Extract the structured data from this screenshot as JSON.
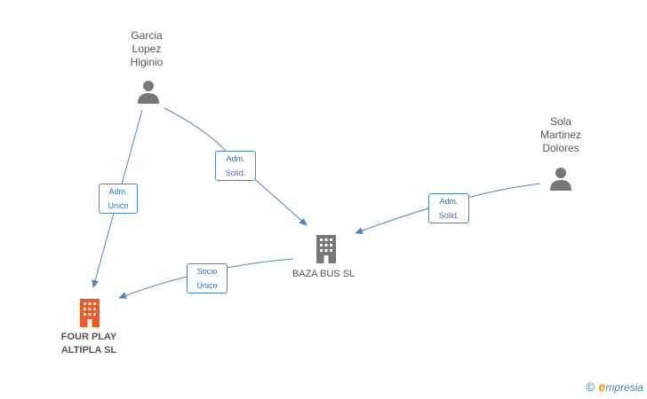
{
  "colors": {
    "edge": "#4a86c8",
    "person": "#777777",
    "company": "#777777",
    "highlight_company": "#f05a28"
  },
  "nodes": {
    "garcia": {
      "label": "Garcia\nLopez\nHiginio",
      "icon": "person-icon"
    },
    "sola": {
      "label": "Sola\nMartinez\nDolores",
      "icon": "person-icon"
    },
    "baza": {
      "label": "BAZA BUS SL",
      "icon": "building-icon"
    },
    "fourplay": {
      "label": "FOUR PLAY\nALTIPLA SL",
      "icon": "building-icon"
    }
  },
  "edges": {
    "garcia_fourplay": {
      "label": "Adm.\nUnico"
    },
    "garcia_baza": {
      "label": "Adm.\nSolid."
    },
    "sola_baza": {
      "label": "Adm.\nSolid."
    },
    "baza_fourplay": {
      "label": "Socio\nÚnico"
    }
  },
  "brand": {
    "copyright": "©",
    "e": "e",
    "rest": "mpresia"
  }
}
